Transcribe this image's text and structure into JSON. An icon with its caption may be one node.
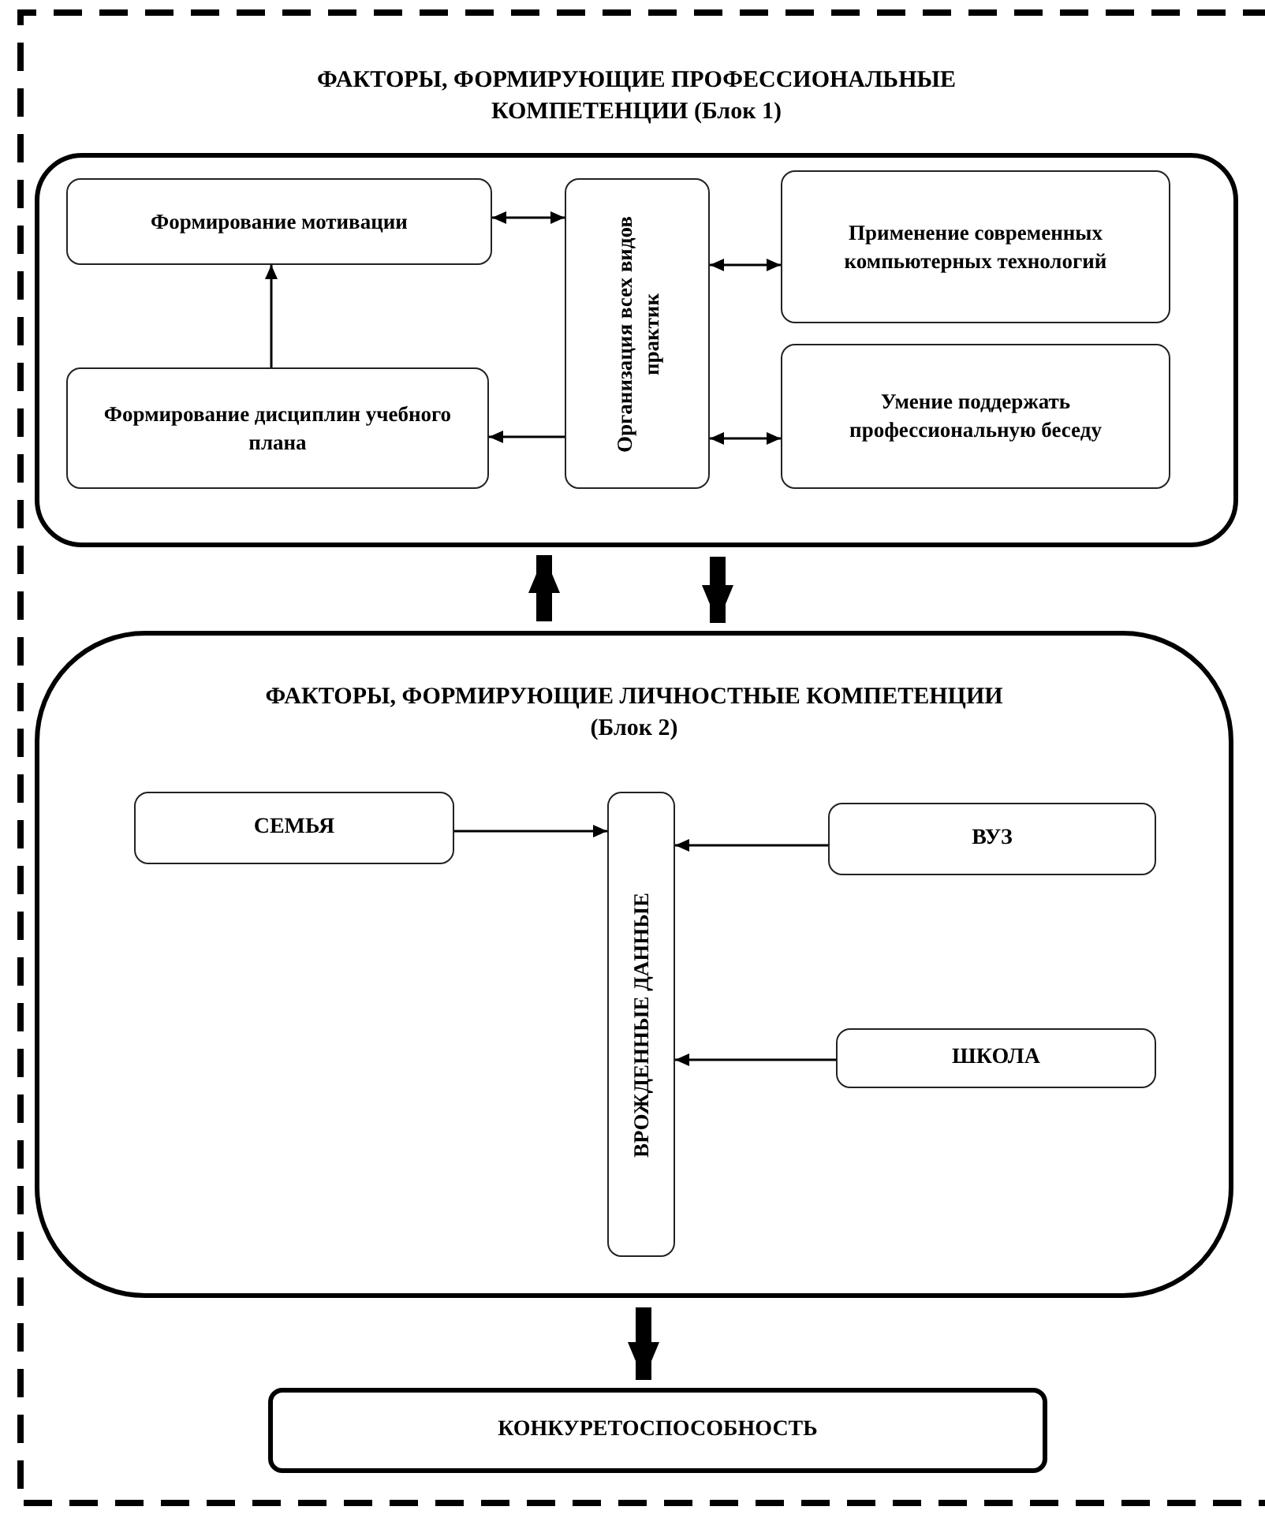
{
  "diagram": {
    "nodes": [
      {
        "text": [
          "ФАКТОРЫ, ФОРМИРУЮЩИЕ ПРОФЕССИОНАЛЬНЫЕ КОМПЕТЕНЦИИ (Блок 1)"
        ]
      },
      {
        "text": [
          "Формирование мотивации"
        ],
        "in": 0
      },
      {
        "text": [
          "Организация всех видов практик"
        ],
        "in": 0
      },
      {
        "text": [
          "Применение современных компьютерных технологий"
        ],
        "in": 0
      },
      {
        "text": [
          "Формирование дисциплин учебного плана"
        ],
        "in": 0
      },
      {
        "text": [
          "Умение поддержать профессиональную беседу"
        ],
        "in": 0
      },
      {
        "text": [
          "ФАКТОРЫ, ФОРМИРУЮЩИЕ ЛИЧНОСТНЫЕ КОМПЕТЕНЦИИ (Блок 2)"
        ]
      },
      {
        "text": [
          "СЕМЬЯ"
        ],
        "in": 6
      },
      {
        "text": [
          "ВРОЖДЕННЫЕ ДАННЫЕ"
        ],
        "in": 6
      },
      {
        "text": [
          "ВУЗ"
        ],
        "in": 6
      },
      {
        "text": [
          "ШКОЛА"
        ],
        "in": 6
      },
      {
        "text": [
          "КОНКУРЕТОСПОСОБНОСТЬ"
        ]
      }
    ],
    "edges": [
      {
        "from": 1,
        "to": 2,
        "arrow": "both"
      },
      {
        "from": 2,
        "to": 3,
        "arrow": "both"
      },
      {
        "from": 4,
        "to": 1,
        "arrow": "to"
      },
      {
        "from": 2,
        "to": 4,
        "arrow": "to"
      },
      {
        "from": 2,
        "to": 5,
        "arrow": "both"
      },
      {
        "from": 6,
        "to": 0,
        "arrow": "to",
        "style": "thick"
      },
      {
        "from": 0,
        "to": 6,
        "arrow": "to",
        "style": "thick"
      },
      {
        "from": 7,
        "to": 8,
        "arrow": "to"
      },
      {
        "from": 9,
        "to": 8,
        "arrow": "to"
      },
      {
        "from": 10,
        "to": 8,
        "arrow": "to"
      },
      {
        "from": 6,
        "to": 11,
        "arrow": "to",
        "style": "thick"
      }
    ]
  }
}
